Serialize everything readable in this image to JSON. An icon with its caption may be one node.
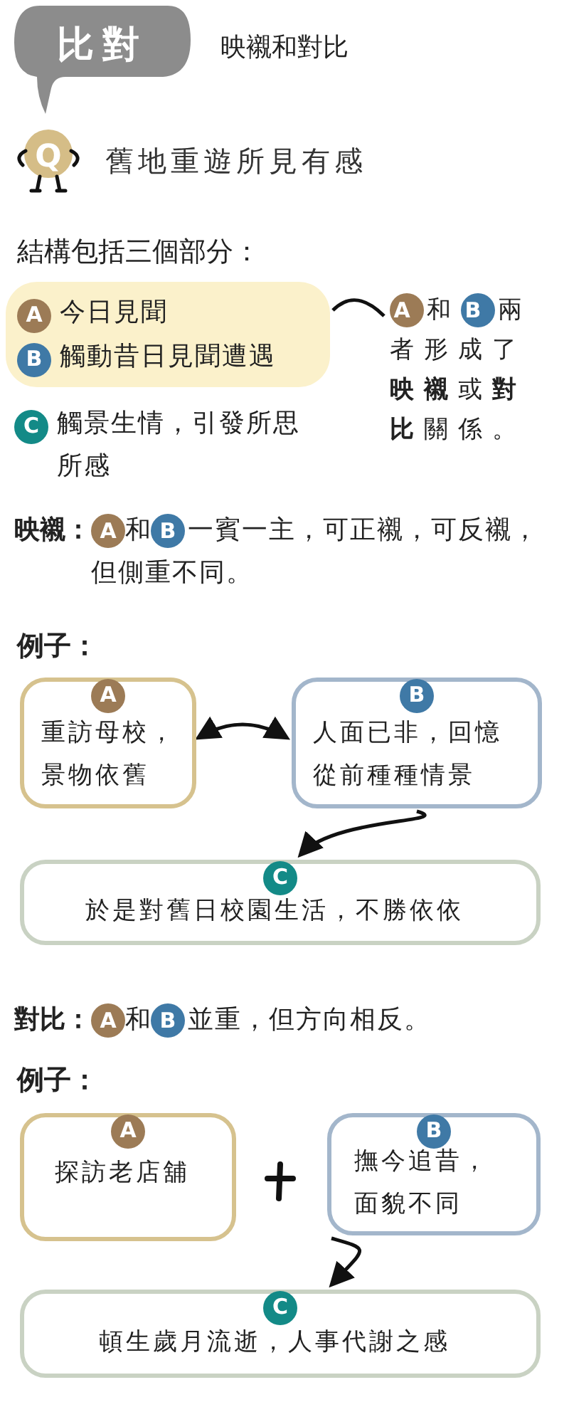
{
  "diagram": {
    "title": "映襯和對比",
    "nodes": [
      {
        "text": [
          "比對"
        ]
      },
      {
        "text": [
          "Q"
        ],
        "beside": [
          "舊地重遊所見有感"
        ]
      },
      {
        "text": [],
        "shape": "box"
      },
      {
        "text": [
          "A"
        ],
        "in": 2,
        "beside": [
          "今日見聞"
        ]
      },
      {
        "text": [
          "B"
        ],
        "in": 2,
        "beside": [
          "觸動昔日見聞遭遇"
        ]
      },
      {
        "text": [
          "和",
          "兩者形成了**映襯**或**對比**關係。"
        ]
      },
      {
        "text": [
          "A"
        ],
        "in": 5
      },
      {
        "text": [
          "B"
        ],
        "in": 5
      },
      {
        "text": [
          "C"
        ],
        "beside": [
          "觸景生情，引發所思所感"
        ]
      },
      {
        "text": [
          "映襯：",
          "和",
          "一賓一主，可正襯，可反襯，但側重不同。"
        ]
      },
      {
        "text": [
          "A"
        ],
        "in": 9
      },
      {
        "text": [
          "B"
        ],
        "in": 9
      },
      {
        "text": [
          "重訪母校，景物依舊"
        ]
      },
      {
        "text": [
          "A"
        ],
        "in": 12
      },
      {
        "text": [
          "人面已非，回憶從前種種情景"
        ]
      },
      {
        "text": [
          "B"
        ],
        "in": 14
      },
      {
        "text": [
          "於是對舊日校園生活，不勝依依"
        ]
      },
      {
        "text": [
          "C"
        ],
        "in": 16
      },
      {
        "text": [
          "對比：",
          "和",
          "並重，但方向相反。"
        ]
      },
      {
        "text": [
          "A"
        ],
        "in": 18
      },
      {
        "text": [
          "B"
        ],
        "in": 18
      },
      {
        "text": [
          "探訪老店舖"
        ]
      },
      {
        "text": [
          "A"
        ],
        "in": 21
      },
      {
        "text": [
          "撫今追昔，面貌不同"
        ]
      },
      {
        "text": [
          "B"
        ],
        "in": 23
      },
      {
        "text": [
          "頓生歲月流逝，人事代謝之感"
        ]
      },
      {
        "text": [
          "C"
        ],
        "in": 25
      }
    ],
    "edges": [
      {
        "from": 2,
        "to": 5,
        "arrow": "none"
      },
      {
        "from": 12,
        "to": 14,
        "arrow": "both"
      },
      {
        "from": 14,
        "to": 16,
        "arrow": "to"
      },
      {
        "from": 23,
        "to": 25,
        "arrow": "to"
      }
    ],
    "labels": [
      "結構包括三個部分：",
      "例子：",
      "例子："
    ]
  }
}
